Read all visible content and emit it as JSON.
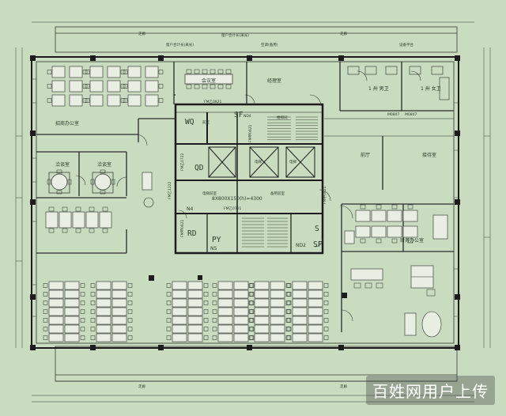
{
  "colors": {
    "background": "#c9dcc0",
    "line": "#3a3a3a",
    "wall": "#1c1c1c",
    "desk": "#e8efe2"
  },
  "labels": {
    "corridor_top": "走廊",
    "corridor_bottom": "走廊",
    "window_top": "窗户合计长(采光)",
    "air_top": "空调(备用)",
    "equipment_platform": "设备平台",
    "meeting_room": "会议室",
    "manager_office": "经理室",
    "merchant_office": "招商办公室",
    "negotiation_1": "洽谈室",
    "negotiation_2": "洽谈室",
    "toilet_male": "1 卅 男卫",
    "toilet_female": "1 卅 女卫",
    "hall": "前厅",
    "reception": "接待室",
    "finance_office": "财务办公室",
    "front": "前室",
    "fire_room": "备用前室",
    "elevator_note": "电梯前室",
    "stair_note": "楼梯间",
    "elevator_a": "电梯",
    "elevator_b": "电梯"
  },
  "codes": {
    "wq": "WQ",
    "sf_top": "SF",
    "qd": "QD",
    "rd": "RD",
    "py": "PY",
    "n4": "N4",
    "n5": "N5",
    "nd2": "ND2",
    "s": "S",
    "sf_bottom": "SF",
    "nd4": "ND4",
    "m0807_top": "M0807",
    "m0807_bottom": "M0807",
    "fm1": "FM乙0821",
    "fm2": "FM乙0722",
    "fm3": "FM甲0621",
    "fm4": "FM甲0821",
    "fm5": "FM甲0621",
    "fm6": "FM乙1222",
    "fm7": "FM乙0721",
    "stair_dim": "8X800X150(h)=4300"
  },
  "watermark": "百姓网用户上传"
}
